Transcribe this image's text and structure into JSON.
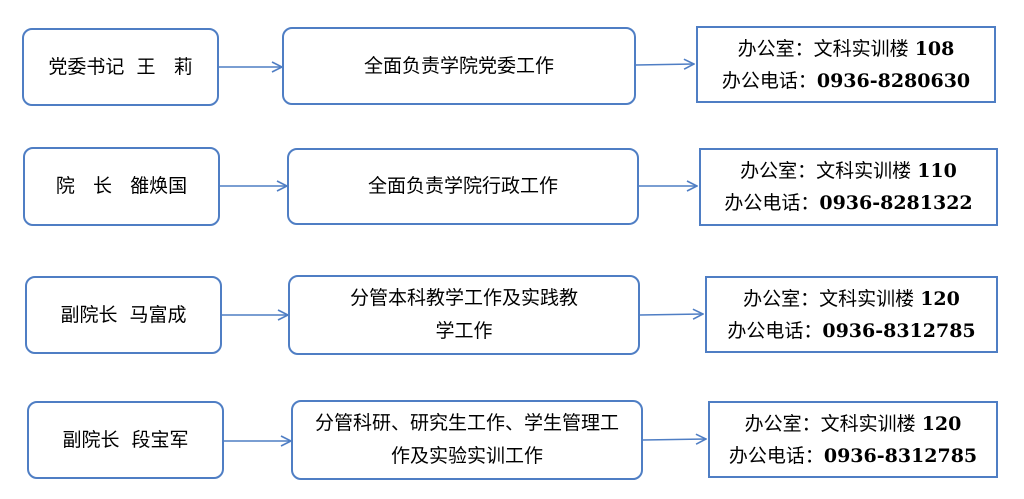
{
  "rows": [
    {
      "role": "党委书记  王   莉",
      "duty": "全面负责学院党委工作",
      "office_label": "办公室：文科实训楼 ",
      "office_room": "108",
      "phone_label": "办公电话：",
      "phone": "0936-8280630"
    },
    {
      "role": "院   长   雒焕国",
      "duty": "全面负责学院行政工作",
      "office_label": "办公室：文科实训楼 ",
      "office_room": "110",
      "phone_label": "办公电话：",
      "phone": "0936-8281322"
    },
    {
      "role": "副院长  马富成",
      "duty": "分管本科教学工作及实践教学工作",
      "office_label": "办公室：文科实训楼 ",
      "office_room": "120",
      "phone_label": "办公电话：",
      "phone": "0936-8312785"
    },
    {
      "role": "副院长  段宝军",
      "duty": "分管科研、研究生工作、学生管理工作及实验实训工作",
      "office_label": "办公室：文科实训楼 ",
      "office_room": "120",
      "phone_label": "办公电话：",
      "phone": "0936-8312785"
    }
  ],
  "colors": {
    "border": "#4f7ec4",
    "arrow": "#4f7ec4"
  }
}
